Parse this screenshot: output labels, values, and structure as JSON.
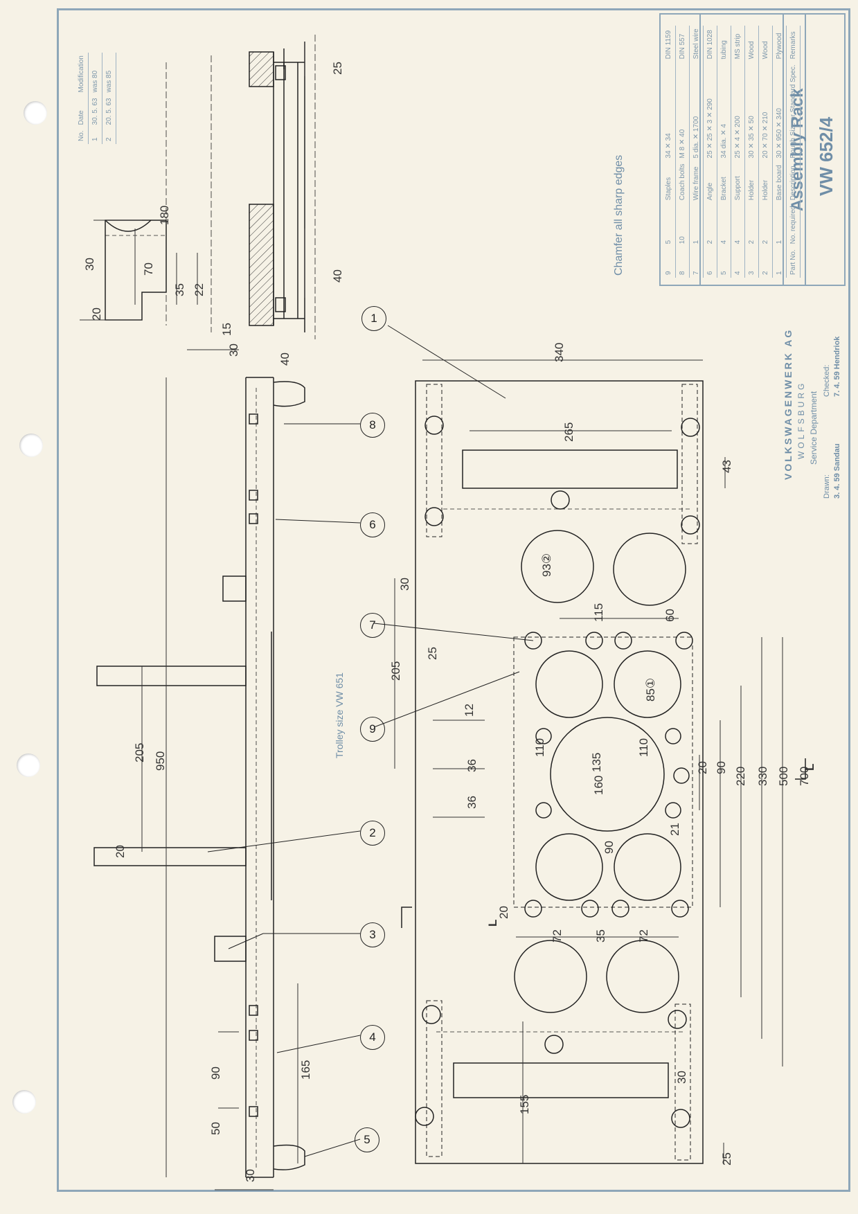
{
  "drawing": {
    "note": "Chamfer all sharp edges",
    "trolley_note": "Trolley size VW 651"
  },
  "company": {
    "name": "VOLKSWAGENWERK AG",
    "city": "WOLFSBURG",
    "department": "Service Department"
  },
  "title_block": {
    "title": "Assembly Rack",
    "number": "VW 652/4",
    "drawn_label": "Drawn:",
    "drawn_value": "3. 4. 59 Sandau",
    "checked_label": "Checked:",
    "checked_value": "7. 4. 59 Hendriok"
  },
  "parts_list": {
    "headers": [
      "Part No.",
      "No. required",
      "Description",
      "Rough Size or Standard Spec.",
      "Remarks"
    ],
    "rows": [
      [
        "9",
        "5",
        "Staples",
        "34 ✕ 34",
        "DIN 1159"
      ],
      [
        "8",
        "10",
        "Coach bolts",
        "M 8 ✕ 40",
        "DIN 557"
      ],
      [
        "7",
        "1",
        "Wire frame",
        "5 dia. ✕ 1700",
        "Steel wire"
      ],
      [
        "6",
        "2",
        "Angle",
        "25 ✕ 25 ✕ 3 ✕ 290",
        "DIN 1028"
      ],
      [
        "5",
        "4",
        "Bracket",
        "34 dia. ✕ 4",
        "tubing"
      ],
      [
        "4",
        "4",
        "Support",
        "25 ✕ 4 ✕ 200",
        "MS strip"
      ],
      [
        "3",
        "2",
        "Holder",
        "30 ✕ 35 ✕ 50",
        "Wood"
      ],
      [
        "2",
        "2",
        "Holder",
        "20 ✕ 70 ✕ 210",
        "Wood"
      ],
      [
        "1",
        "1",
        "Base board",
        "30 ✕ 950 ✕ 340",
        "Plywood"
      ]
    ]
  },
  "modifications": {
    "headers": [
      "No.",
      "Date",
      "Modification"
    ],
    "rows": [
      [
        "1",
        "30. 5. 63",
        "was 80"
      ],
      [
        "2",
        "20. 5. 63",
        "was 85"
      ]
    ]
  },
  "part_callouts": [
    "1",
    "2",
    "3",
    "4",
    "5",
    "6",
    "7",
    "8",
    "9"
  ],
  "dimensions": {
    "d180": "180",
    "d30a": "30",
    "d70": "70",
    "d35a": "35",
    "d22": "22",
    "d20a": "20",
    "d15": "15",
    "d30b": "30",
    "d40a": "40",
    "d25a": "25",
    "d40b": "40",
    "d340": "340",
    "d265": "265",
    "d43": "43",
    "d93": "93②",
    "d115": "115",
    "d60": "60",
    "d30c": "30",
    "d25b": "25",
    "d205a": "205",
    "d12": "12",
    "d85": "85①",
    "d110a": "110",
    "d110b": "110",
    "d135": "135",
    "d36a": "36",
    "d36b": "36",
    "d160": "160",
    "d20b": "20",
    "d90a": "90",
    "d220": "220",
    "d330": "330",
    "d500": "500",
    "d700": "700",
    "d21": "21",
    "d90b": "90",
    "d20c": "20",
    "d72a": "72",
    "d35b": "35",
    "d72b": "72",
    "d205b": "205",
    "d950": "950",
    "d20d": "20",
    "d90c": "90",
    "d165": "165",
    "d155": "155",
    "d30d": "30",
    "d50": "50",
    "d30e": "30",
    "d25c": "25"
  },
  "section_marks": [
    "L",
    "L"
  ],
  "colors": {
    "paper": "#f6f2e6",
    "border": "#8ea7b9",
    "ink": "#222222",
    "titleblock_text": "#6f8ea7"
  }
}
